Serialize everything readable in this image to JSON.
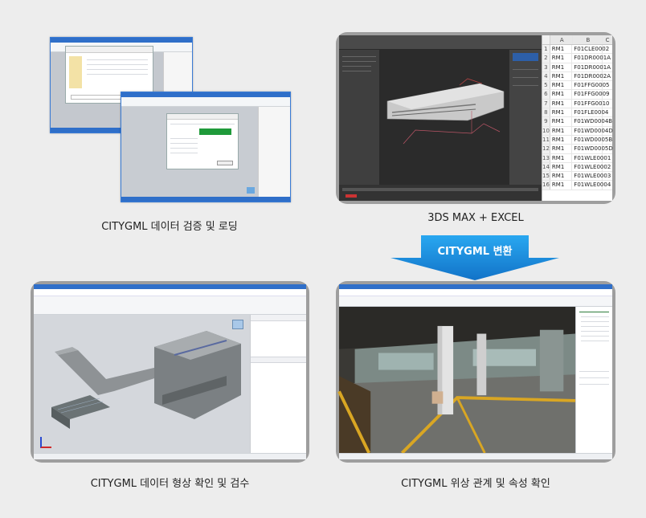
{
  "captions": {
    "top_left": "CITYGML 데이터 검증 및 로딩",
    "top_right": "3DS MAX + EXCEL",
    "bottom_left": "CITYGML 데이터 형상 확인 및 검수",
    "bottom_right": "CITYGML 위상 관계 및 속성 확인"
  },
  "arrow_label": "CITYGML 변환",
  "colors": {
    "accent": "#1a8de0",
    "title_bar": "#2f6fc9",
    "panel_border": "#9e9e9e"
  },
  "spreadsheet": {
    "columns": [
      "A",
      "B",
      "C"
    ],
    "rows": [
      {
        "n": "1",
        "a": "RM1",
        "b": "F01CLE0002"
      },
      {
        "n": "2",
        "a": "RM1",
        "b": "F01DR0001A"
      },
      {
        "n": "3",
        "a": "RM1",
        "b": "F01DR0001A"
      },
      {
        "n": "4",
        "a": "RM1",
        "b": "F01DR0002A"
      },
      {
        "n": "5",
        "a": "RM1",
        "b": "F01FFG0005"
      },
      {
        "n": "6",
        "a": "RM1",
        "b": "F01FFG0009"
      },
      {
        "n": "7",
        "a": "RM1",
        "b": "F01FFG0010"
      },
      {
        "n": "8",
        "a": "RM1",
        "b": "F01FLE0004"
      },
      {
        "n": "9",
        "a": "RM1",
        "b": "F01WD0004B"
      },
      {
        "n": "10",
        "a": "RM1",
        "b": "F01WD0004D"
      },
      {
        "n": "11",
        "a": "RM1",
        "b": "F01WD0005B"
      },
      {
        "n": "12",
        "a": "RM1",
        "b": "F01WD0005D"
      },
      {
        "n": "13",
        "a": "RM1",
        "b": "F01WLE0001"
      },
      {
        "n": "14",
        "a": "RM1",
        "b": "F01WLE0002"
      },
      {
        "n": "15",
        "a": "RM1",
        "b": "F01WLE0003"
      },
      {
        "n": "16",
        "a": "RM1",
        "b": "F01WLE0004"
      }
    ]
  }
}
